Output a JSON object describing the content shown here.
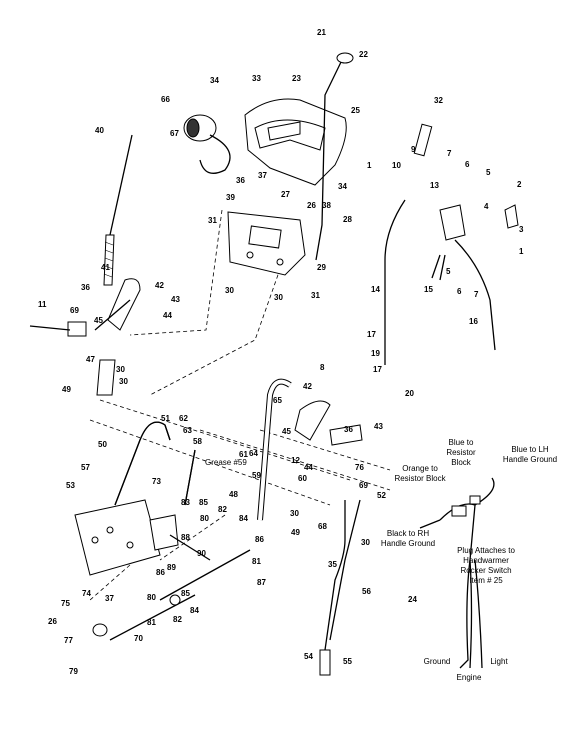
{
  "callouts": [
    "1",
    "2",
    "3",
    "4",
    "5",
    "6",
    "7",
    "8",
    "9",
    "10",
    "11",
    "12",
    "13",
    "14",
    "15",
    "16",
    "17",
    "19",
    "20",
    "21",
    "22",
    "23",
    "24",
    "25",
    "26",
    "27",
    "28",
    "29",
    "30",
    "31",
    "32",
    "33",
    "34",
    "35",
    "36",
    "37",
    "38",
    "39",
    "40",
    "41",
    "42",
    "43",
    "44",
    "45",
    "47",
    "48",
    "49",
    "50",
    "51",
    "52",
    "53",
    "54",
    "55",
    "56",
    "57",
    "58",
    "59",
    "60",
    "61",
    "62",
    "63",
    "64",
    "65",
    "66",
    "67",
    "68",
    "69",
    "70",
    "73",
    "74",
    "75",
    "76",
    "77",
    "79",
    "80",
    "81",
    "82",
    "83",
    "84",
    "85",
    "86",
    "87",
    "88",
    "89",
    "90"
  ],
  "notes": {
    "grease": "Grease #59",
    "blue_resistor_1": "Blue to",
    "blue_resistor_2": "Resistor",
    "blue_resistor_3": "Block",
    "blue_lh_1": "Blue to LH",
    "blue_lh_2": "Handle Ground",
    "orange_1": "Orange to",
    "orange_2": "Resistor Block",
    "black_rh_1": "Black to RH",
    "black_rh_2": "Handle Ground",
    "plug_1": "Plug Attaches to",
    "plug_2": "Handwarmer",
    "plug_3": "Rocker Switch",
    "plug_4": "Item # 25",
    "ground": "Ground",
    "light": "Light",
    "engine": "Engine"
  }
}
